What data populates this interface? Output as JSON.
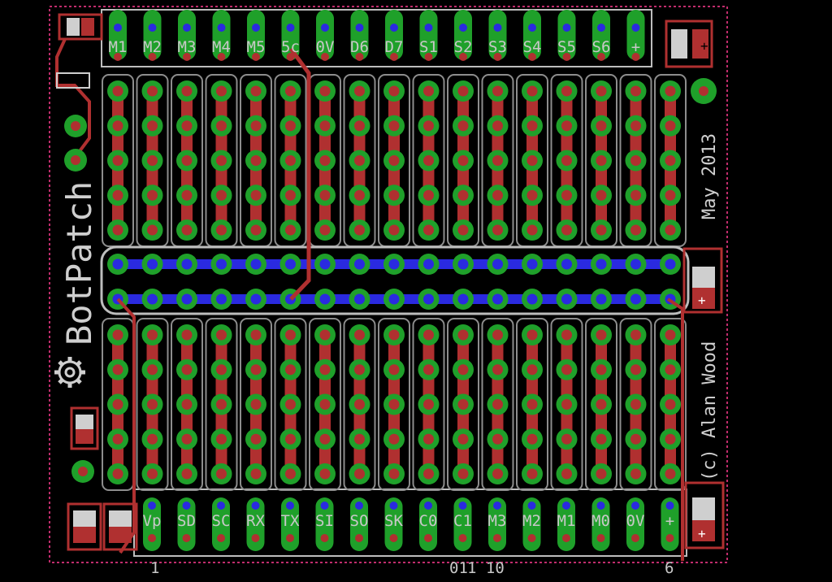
{
  "board": {
    "title": "BotPatch",
    "date": "May 2013",
    "copyright": "(c) Alan Wood",
    "top_labels": [
      "M1",
      "M2",
      "M3",
      "M4",
      "M5",
      "5c",
      "0V",
      "D6",
      "D7",
      "S1",
      "S2",
      "S3",
      "S4",
      "S5",
      "S6",
      "+"
    ],
    "bottom_labels": [
      "Vp",
      "SD",
      "SC",
      "RX",
      "TX",
      "SI",
      "SO",
      "SK",
      "C0",
      "C1",
      "M3",
      "M2",
      "M1",
      "M0",
      "0V",
      "+"
    ],
    "pin_numbers": {
      "left": "1",
      "mid_a": "01",
      "mid_b": "1 10",
      "right": "6"
    },
    "capacitor_mark": "+",
    "colors": {
      "background": "#000000",
      "top_copper": "#b03030",
      "bottom_copper": "#2a2ae0",
      "pad": "#1fa02a",
      "silkscreen": "#c8c8c8",
      "outline": "#c02c6c"
    }
  }
}
